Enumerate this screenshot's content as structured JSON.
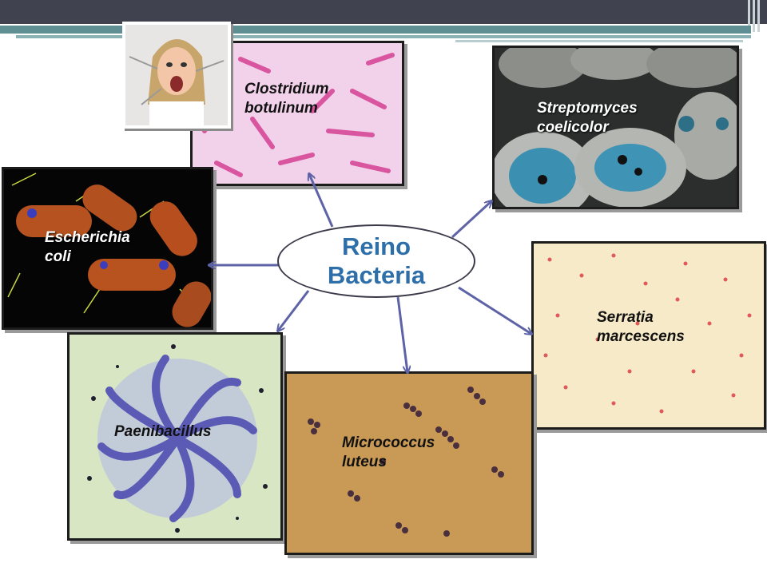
{
  "center": {
    "line1": "Reino",
    "line2": "Bacteria"
  },
  "organisms": {
    "clostridium": {
      "line1": "Clostridium",
      "line2": "botulinum"
    },
    "streptomyces": {
      "line1": "Streptomyces",
      "line2": "coelicolor"
    },
    "escherichia": {
      "line1": "Escherichia",
      "line2": "coli"
    },
    "serratia": {
      "line1": "Serratia",
      "line2": "marcescens"
    },
    "paenibacillus": {
      "line1": "Paenibacillus"
    },
    "micrococcus": {
      "line1": "Micrococcus",
      "line2": "luteus"
    }
  },
  "colors": {
    "accent_title": "#2e6faa",
    "arrow": "#5d63a6",
    "header_dark": "#41424f",
    "header_teal": "#5f8e93"
  }
}
